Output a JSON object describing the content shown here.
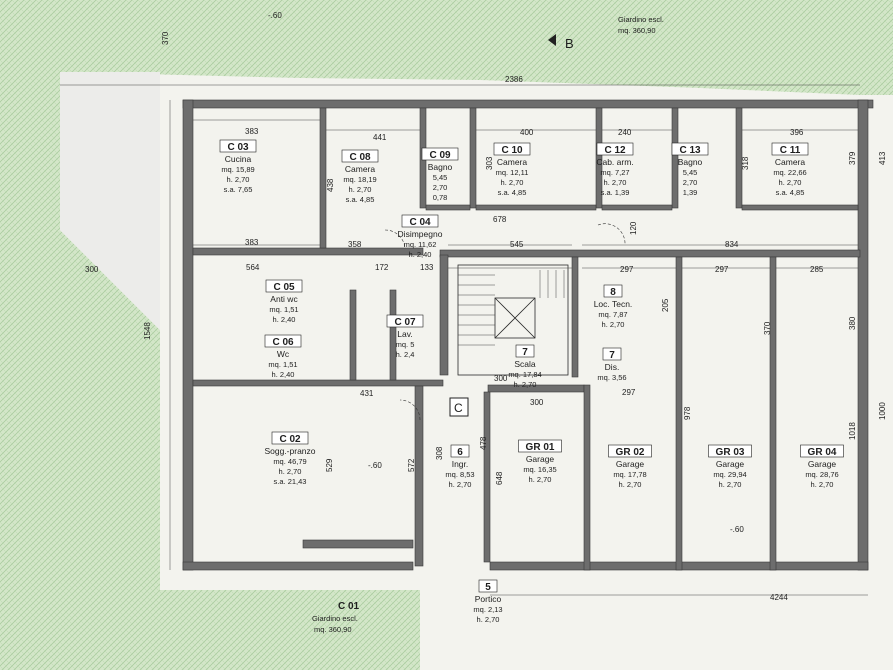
{
  "section_marker": {
    "letter": "B"
  },
  "core_marker": {
    "letter": "C"
  },
  "top_dimension": "2386",
  "bottom_dimension": "4244",
  "dimensions": {
    "left_total": "1548",
    "left_outer": "300",
    "top_left": "370",
    "top_right": "413",
    "right_a": "379",
    "right_b": "380",
    "right_c": "1018",
    "right_d": "1000",
    "d383a": "383",
    "d441": "441",
    "d400": "400",
    "d240": "240",
    "d396": "396",
    "d383b": "383",
    "d358": "358",
    "d545": "545",
    "d834": "834",
    "d172": "172",
    "d133": "133",
    "d297a": "297",
    "d297b": "297",
    "d285": "285",
    "d205": "205",
    "d300a": "300",
    "d300b": "300",
    "d297c": "297",
    "d648": "648",
    "d978": "978",
    "d370": "370",
    "d529": "529",
    "d572": "572",
    "d308": "308",
    "d478": "478",
    "d438": "438",
    "d303": "303",
    "d318": "318",
    "d120": "120",
    "d678": "678",
    "d431": "431",
    "d564": "564",
    "level_a": "-.60",
    "level_b": "-.60",
    "level_c": "-.60"
  },
  "rooms": [
    {
      "code": "C 03",
      "name": "Cucina",
      "area": "mq. 15,89",
      "height": "h. 2,70",
      "sa": "s.a. 7,65"
    },
    {
      "code": "C 08",
      "name": "Camera",
      "area": "mq. 18,19",
      "height": "h. 2,70",
      "sa": "s.a. 4,85"
    },
    {
      "code": "C 09",
      "name": "Bagno",
      "area": "5,45",
      "height": "2,70",
      "sa": "0,78"
    },
    {
      "code": "C 10",
      "name": "Camera",
      "area": "mq. 12,11",
      "height": "h. 2,70",
      "sa": "s.a. 4,85"
    },
    {
      "code": "C 12",
      "name": "Cab. arm.",
      "area": "mq. 7,27",
      "height": "h. 2,70",
      "sa": "s.a. 1,39"
    },
    {
      "code": "C 13",
      "name": "Bagno",
      "area": "5,45",
      "height": "2,70",
      "sa": "1,39"
    },
    {
      "code": "C 11",
      "name": "Camera",
      "area": "mq. 22,66",
      "height": "h. 2,70",
      "sa": "s.a. 4,85"
    },
    {
      "code": "C 04",
      "name": "Disimpegno",
      "area": "mq. 11,62",
      "height": "h. 2,40",
      "sa": ""
    },
    {
      "code": "C 05",
      "name": "Anti wc",
      "area": "mq. 1,51",
      "height": "h. 2,40",
      "sa": ""
    },
    {
      "code": "C 07",
      "name": "Lav.",
      "area": "mq. 5",
      "height": "h. 2,4",
      "sa": ""
    },
    {
      "code": "C 06",
      "name": "Wc",
      "area": "mq. 1,51",
      "height": "h. 2,40",
      "sa": ""
    },
    {
      "code": "C 02",
      "name": "Sogg.-pranzo",
      "area": "mq. 46,79",
      "height": "h. 2,70",
      "sa": "s.a. 21,43"
    },
    {
      "code": "8",
      "name": "Loc. Tecn.",
      "area": "mq. 7,87",
      "height": "h. 2,70",
      "sa": ""
    },
    {
      "code": "7",
      "name": "Scala",
      "area": "mq. 17,84",
      "height": "h. 2,70",
      "sa": ""
    },
    {
      "code": "7",
      "name": "Dis.",
      "area": "mq. 3,56",
      "height": "",
      "sa": ""
    },
    {
      "code": "6",
      "name": "Ingr.",
      "area": "mq. 8,53",
      "height": "h. 2,70",
      "sa": ""
    },
    {
      "code": "GR 01",
      "name": "Garage",
      "area": "mq. 16,35",
      "height": "h. 2,70",
      "sa": ""
    },
    {
      "code": "GR 02",
      "name": "Garage",
      "area": "mq. 17,78",
      "height": "h. 2,70",
      "sa": ""
    },
    {
      "code": "GR 03",
      "name": "Garage",
      "area": "mq. 29,94",
      "height": "h. 2,70",
      "sa": ""
    },
    {
      "code": "GR 04",
      "name": "Garage",
      "area": "mq. 28,76",
      "height": "h. 2,70",
      "sa": ""
    },
    {
      "code": "5",
      "name": "Portico",
      "area": "mq. 2,13",
      "height": "h. 2,70",
      "sa": ""
    }
  ],
  "gardens": [
    {
      "code": "C 01",
      "name": "Giardino escl.",
      "area": "mq. 360,90"
    },
    {
      "code": "",
      "name": "Giardino escl.",
      "area": "mq. 360,90"
    }
  ],
  "colors": {
    "garden": "#cfe3c3",
    "garden_hatch": "#9fc494",
    "wall": "#6d6d6d",
    "paper": "#f3f3ee"
  }
}
